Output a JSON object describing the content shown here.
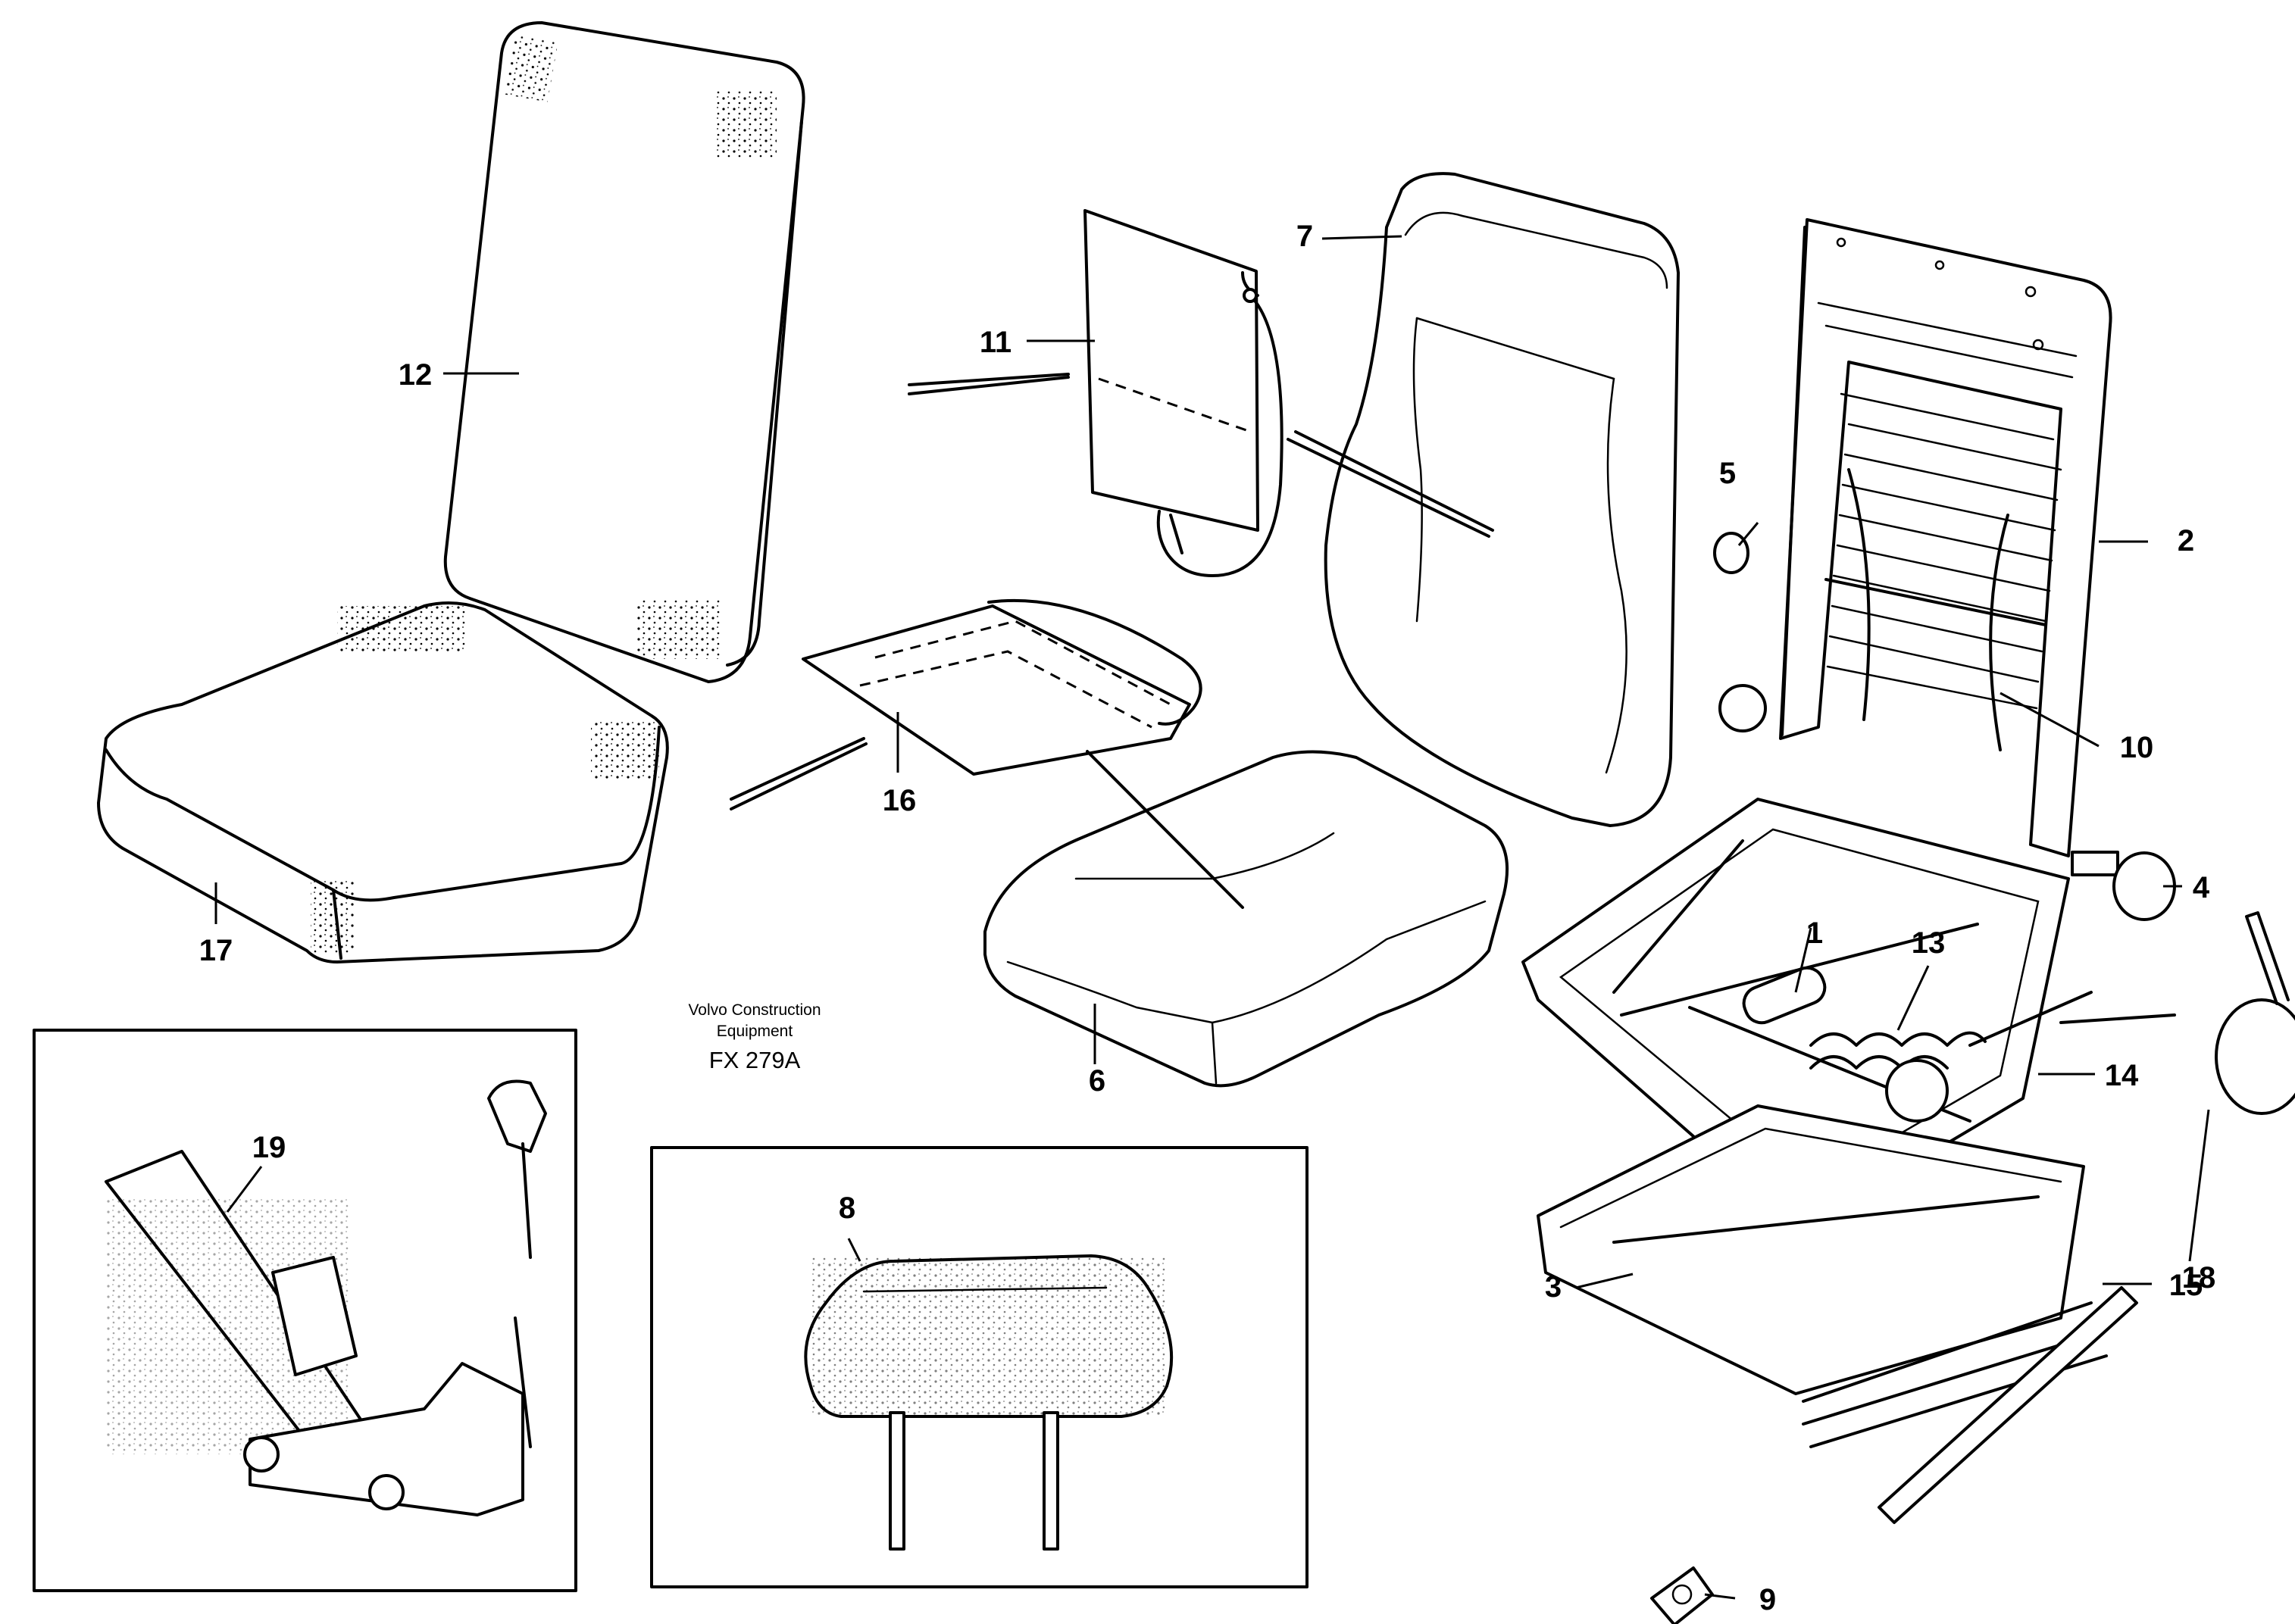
{
  "caption": {
    "line1": "Volvo Construction",
    "line2": "Equipment",
    "code": "FX 279A"
  },
  "callouts": {
    "c1": "1",
    "c2": "2",
    "c3": "3",
    "c4": "4",
    "c5": "5",
    "c6": "6",
    "c7": "7",
    "c8": "8",
    "c9": "9",
    "c10": "10",
    "c11": "11",
    "c12": "12",
    "c13": "13",
    "c14": "14",
    "c15": "15",
    "c16": "16",
    "c17": "17",
    "c18": "18",
    "c19": "19"
  }
}
